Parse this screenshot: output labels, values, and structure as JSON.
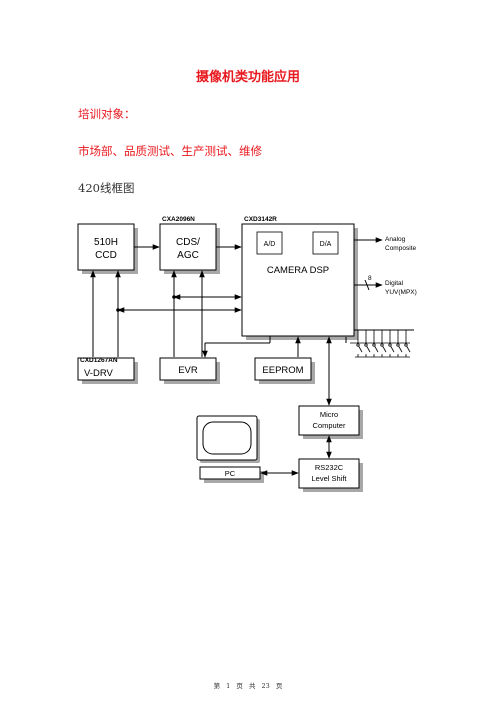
{
  "title": "摄像机类功能应用",
  "training_target_label": "培训对象：",
  "training_targets": "市场部、品质测试、生产测试、维修",
  "section_heading": "420线框图",
  "diagram": {
    "ccd": {
      "line1": "510H",
      "line2": "CCD"
    },
    "cds_agc": {
      "chip": "CXA2096N",
      "line1": "CDS/",
      "line2": "AGC"
    },
    "dsp": {
      "chip": "CXD3142R",
      "ad": "A/D",
      "da": "D/A",
      "label": "CAMERA DSP"
    },
    "vdrv": {
      "chip": "CXD1267AN",
      "label": "V-DRV"
    },
    "evr": "EVR",
    "eeprom": "EEPROM",
    "micro": {
      "line1": "Micro",
      "line2": "Computer"
    },
    "rs232": {
      "line1": "RS232C",
      "line2": "Level Shift"
    },
    "pc": "PC",
    "out_analog": {
      "line1": "Analog",
      "line2": "Composite"
    },
    "out_digital": {
      "line1": "Digital",
      "line2": "YUV(MPX)"
    },
    "bus_width": "8"
  },
  "footer": {
    "pre": "第",
    "page": "1",
    "mid1": "页",
    "mid2": "共",
    "total": "23",
    "post": "页"
  }
}
